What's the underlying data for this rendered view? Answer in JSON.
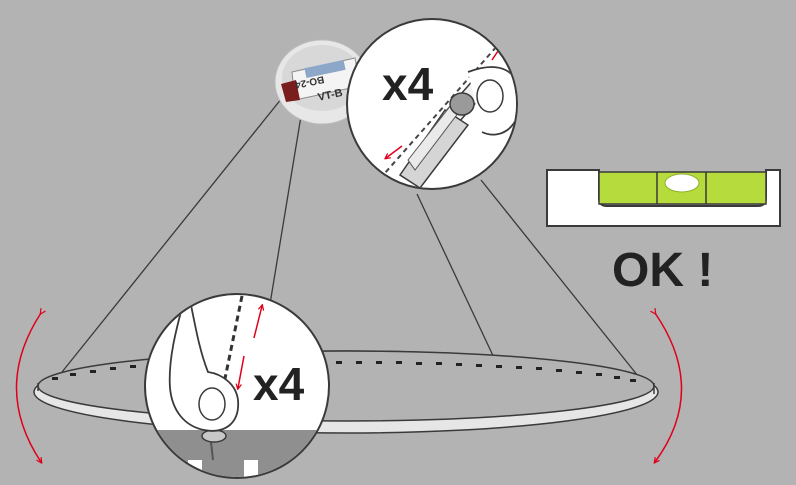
{
  "callouts": {
    "top_count": "x4",
    "bottom_count": "x4"
  },
  "canopy": {
    "label_upper": "BO-24",
    "label_lower": "VT-B"
  },
  "level": {
    "status": "OK !"
  },
  "colors": {
    "background": "#b3b3b3",
    "arrow": "#e0001b",
    "bubble_fill": "#b5dc3c",
    "outline": "#3a3a3a"
  }
}
